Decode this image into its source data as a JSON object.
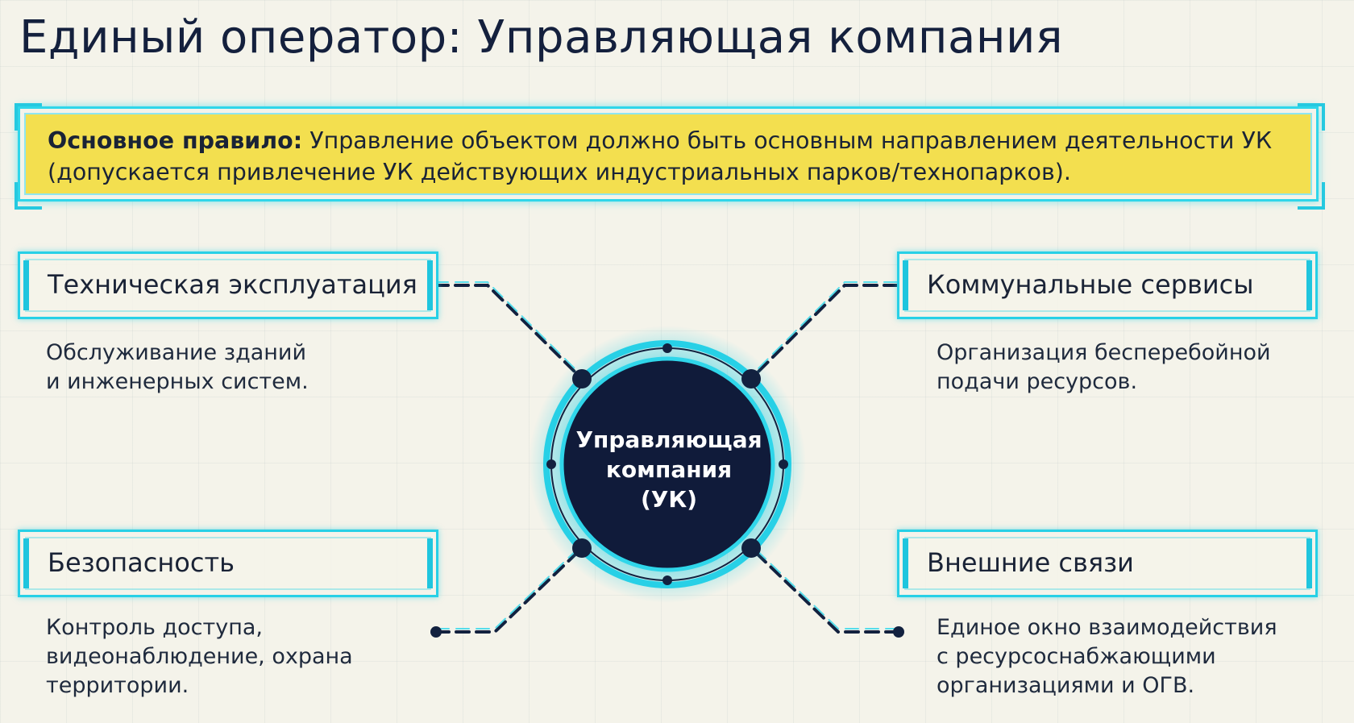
{
  "title": "Единый оператор: Управляющая компания",
  "rule": {
    "label": "Основное правило:",
    "text": " Управление объектом должно быть основным направлением деятельности УК",
    "line2": "(допускается привлечение УК действующих индустриальных парков/технопарков)."
  },
  "hub": {
    "line1": "Управляющая",
    "line2": "компания",
    "line3": "(УК)"
  },
  "blocks": {
    "tech": {
      "title": "Техническая эксплуатация",
      "desc1": "Обслуживание зданий",
      "desc2": "и инженерных систем."
    },
    "utility": {
      "title": "Коммунальные сервисы",
      "desc1": "Организация бесперебойной",
      "desc2": "подачи ресурсов."
    },
    "security": {
      "title": "Безопасность",
      "desc1": "Контроль доступа,",
      "desc2": "видеонаблюдение, охрана",
      "desc3": "территории."
    },
    "external": {
      "title": "Внешние связи",
      "desc1": "Единое окно взаимодействия",
      "desc2": "с ресурсоснабжающими",
      "desc3": "организациями и ОГВ."
    }
  },
  "colors": {
    "accent": "#27d0e6",
    "highlight": "#f3df4f",
    "hub": "#101b3a",
    "text": "#1a2336"
  }
}
